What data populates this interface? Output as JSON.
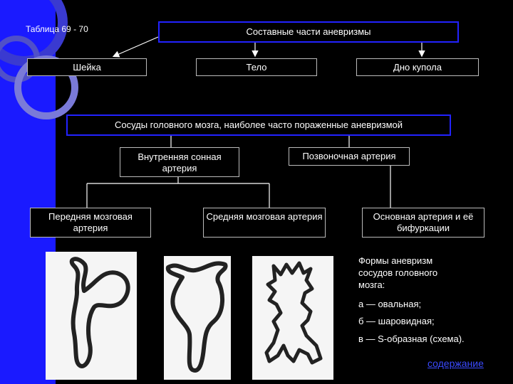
{
  "table_label": "Таблица 69 - 70",
  "aneurysm_parts": {
    "title": "Составные части аневризмы",
    "parts": [
      "Шейка",
      "Тело",
      "Дно купола"
    ]
  },
  "vessels": {
    "title": "Сосуды головного мозга, наиболее часто пораженные аневризмой",
    "internal_carotid": "Внутренняя сонная артерия",
    "vertebral": "Позвоночная артерия",
    "anterior_cerebral": "Передняя мозговая артерия",
    "middle_cerebral": "Средняя мозговая артерия",
    "basilar": "Основная артерия и её бифуркации"
  },
  "forms": {
    "title": "Формы аневризм сосудов головного мозга:",
    "a": "а — овальная;",
    "b": "б — шаровидная;",
    "c": "в — S-образная (схема)."
  },
  "nav_link": "содержание",
  "colors": {
    "sidebar": "#1a1aff",
    "box_border": "#2222ff",
    "link": "#3a4aff"
  }
}
